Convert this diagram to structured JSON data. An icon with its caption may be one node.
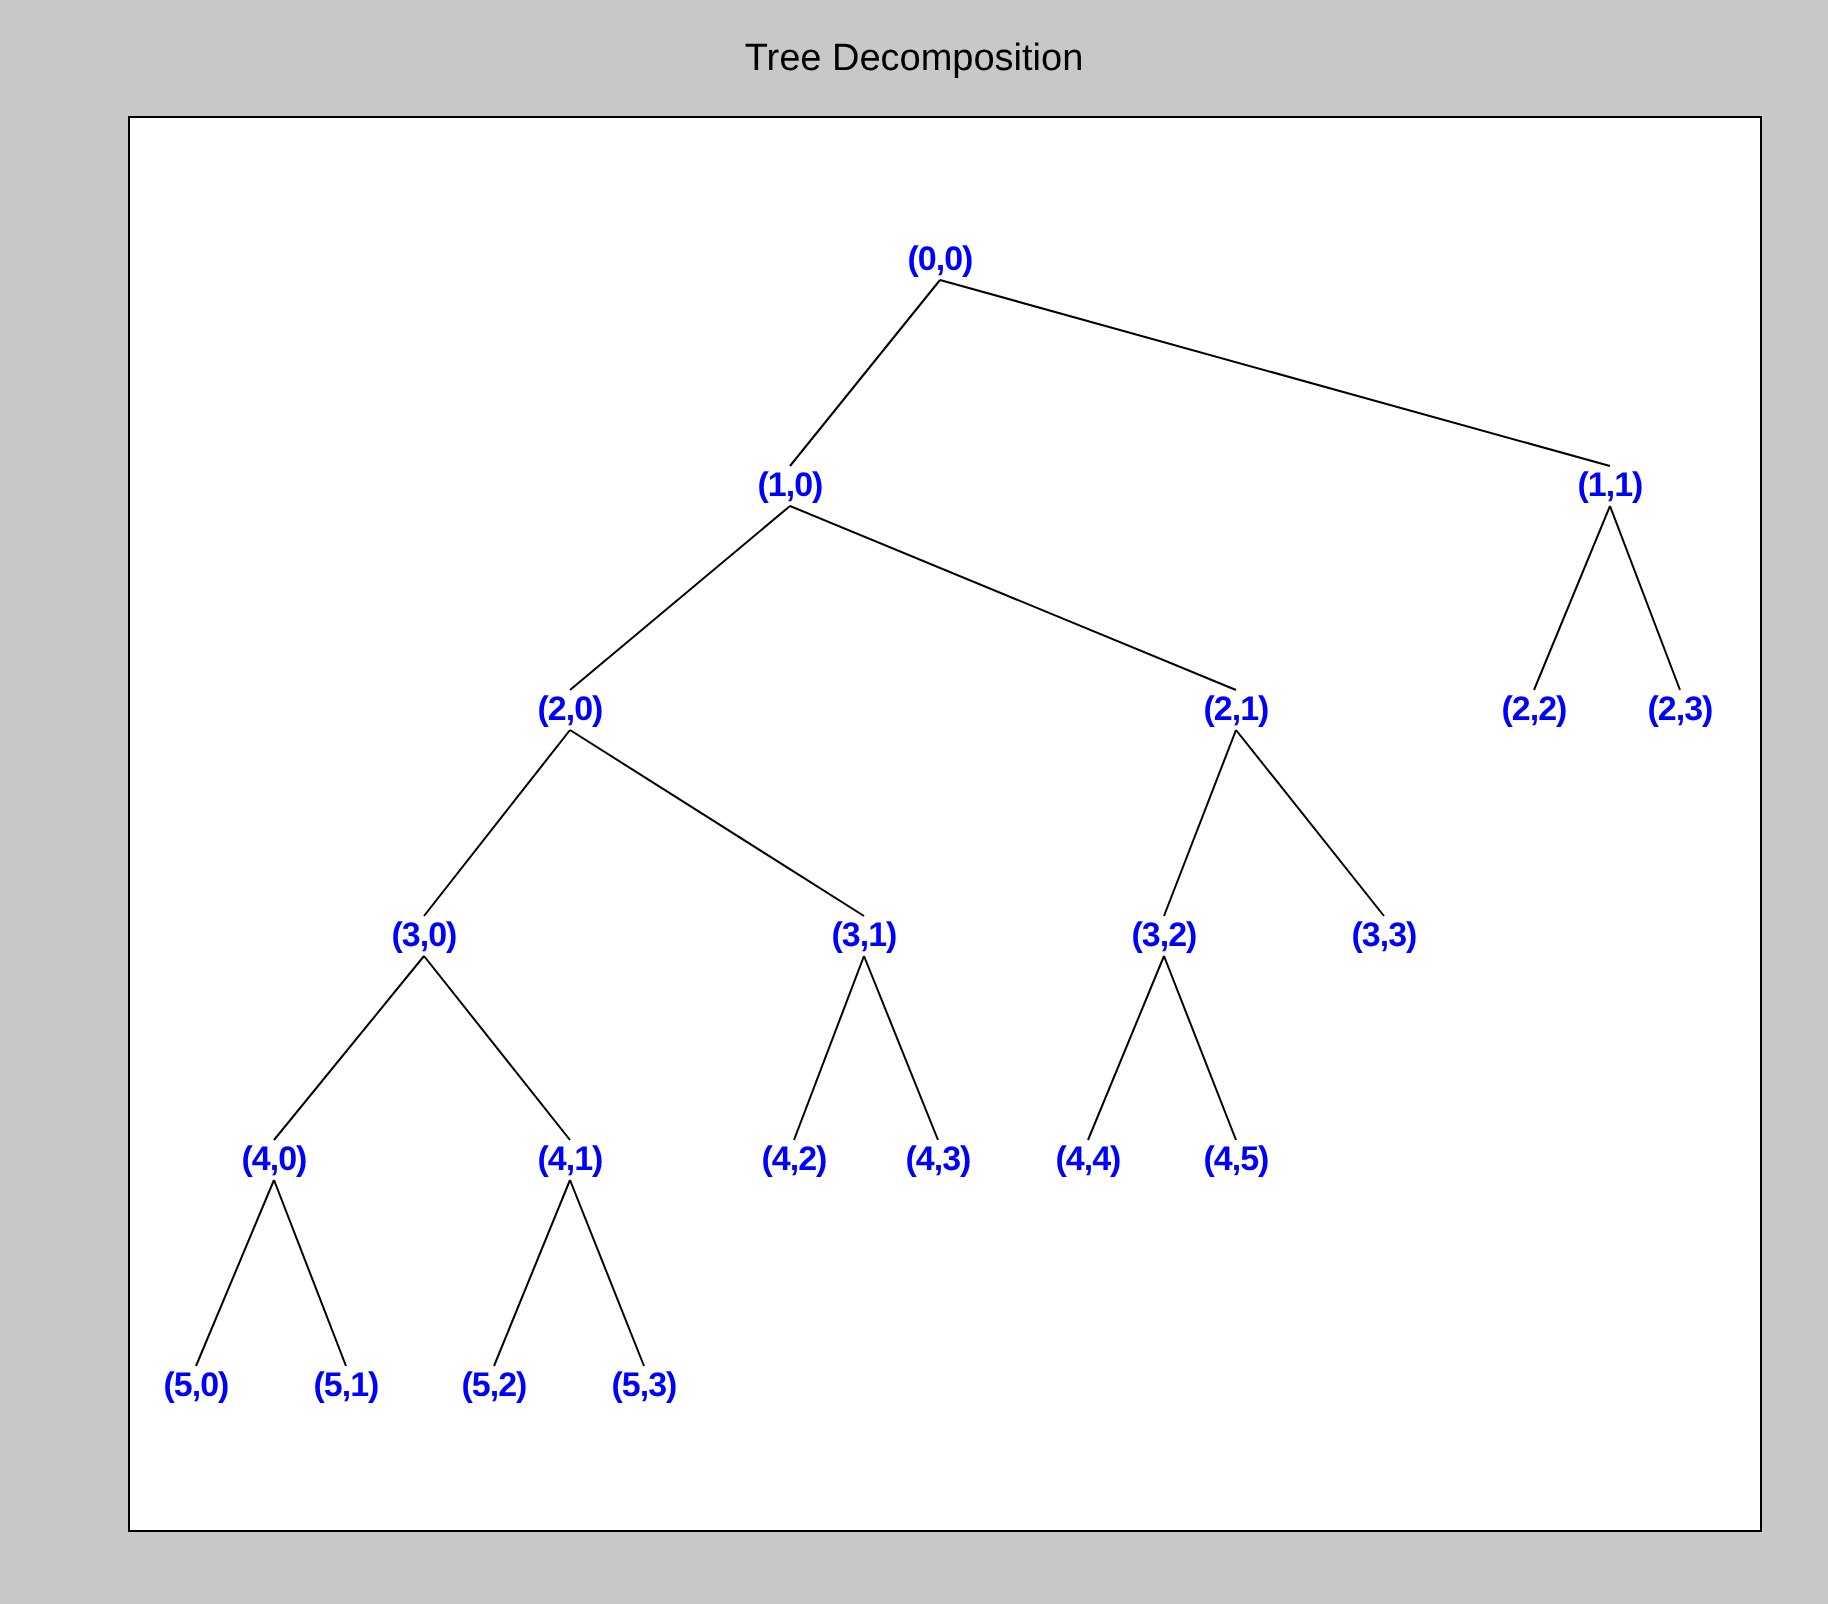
{
  "diagram": {
    "title": "Tree Decomposition",
    "nodes": [
      {
        "text": [
          "(0,0)"
        ]
      },
      {
        "text": [
          "(1,0)"
        ]
      },
      {
        "text": [
          "(1,1)"
        ]
      },
      {
        "text": [
          "(2,0)"
        ]
      },
      {
        "text": [
          "(2,1)"
        ]
      },
      {
        "text": [
          "(2,2)"
        ]
      },
      {
        "text": [
          "(2,3)"
        ]
      },
      {
        "text": [
          "(3,0)"
        ]
      },
      {
        "text": [
          "(3,1)"
        ]
      },
      {
        "text": [
          "(3,2)"
        ]
      },
      {
        "text": [
          "(3,3)"
        ]
      },
      {
        "text": [
          "(4,0)"
        ]
      },
      {
        "text": [
          "(4,1)"
        ]
      },
      {
        "text": [
          "(4,2)"
        ]
      },
      {
        "text": [
          "(4,3)"
        ]
      },
      {
        "text": [
          "(4,4)"
        ]
      },
      {
        "text": [
          "(4,5)"
        ]
      },
      {
        "text": [
          "(5,0)"
        ]
      },
      {
        "text": [
          "(5,1)"
        ]
      },
      {
        "text": [
          "(5,2)"
        ]
      },
      {
        "text": [
          "(5,3)"
        ]
      }
    ],
    "edges": [
      {
        "from": 0,
        "to": 1,
        "arrow": "none"
      },
      {
        "from": 0,
        "to": 2,
        "arrow": "none"
      },
      {
        "from": 1,
        "to": 3,
        "arrow": "none"
      },
      {
        "from": 1,
        "to": 4,
        "arrow": "none"
      },
      {
        "from": 2,
        "to": 5,
        "arrow": "none"
      },
      {
        "from": 2,
        "to": 6,
        "arrow": "none"
      },
      {
        "from": 3,
        "to": 7,
        "arrow": "none"
      },
      {
        "from": 3,
        "to": 8,
        "arrow": "none"
      },
      {
        "from": 4,
        "to": 9,
        "arrow": "none"
      },
      {
        "from": 4,
        "to": 10,
        "arrow": "none"
      },
      {
        "from": 7,
        "to": 11,
        "arrow": "none"
      },
      {
        "from": 7,
        "to": 12,
        "arrow": "none"
      },
      {
        "from": 8,
        "to": 13,
        "arrow": "none"
      },
      {
        "from": 8,
        "to": 14,
        "arrow": "none"
      },
      {
        "from": 9,
        "to": 15,
        "arrow": "none"
      },
      {
        "from": 9,
        "to": 16,
        "arrow": "none"
      },
      {
        "from": 11,
        "to": 17,
        "arrow": "none"
      },
      {
        "from": 11,
        "to": 18,
        "arrow": "none"
      },
      {
        "from": 12,
        "to": 19,
        "arrow": "none"
      },
      {
        "from": 12,
        "to": 20,
        "arrow": "none"
      }
    ]
  }
}
